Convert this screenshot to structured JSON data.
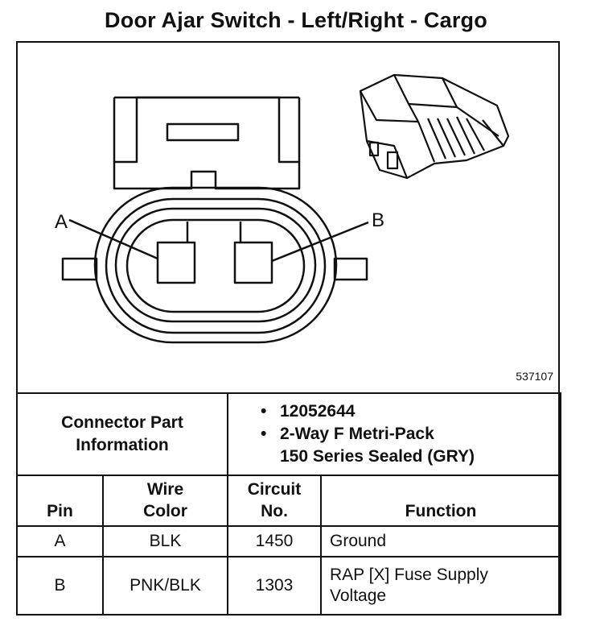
{
  "title": "Door Ajar Switch - Left/Right - Cargo",
  "figure": {
    "pin_a_label": "A",
    "pin_b_label": "B",
    "figure_number": "537107"
  },
  "connector_info": {
    "label_line1": "Connector Part",
    "label_line2": "Information",
    "part_number": "12052644",
    "desc_line1": "2-Way F Metri-Pack",
    "desc_line2": "150 Series Sealed (GRY)"
  },
  "table": {
    "headers": {
      "pin": "Pin",
      "wire_color_1": "Wire",
      "wire_color_2": "Color",
      "circuit_1": "Circuit",
      "circuit_2": "No.",
      "function": "Function"
    },
    "rows": [
      {
        "pin": "A",
        "wire_color": "BLK",
        "circuit": "1450",
        "function_1": "Ground",
        "function_2": ""
      },
      {
        "pin": "B",
        "wire_color": "PNK/BLK",
        "circuit": "1303",
        "function_1": "RAP [X] Fuse Supply",
        "function_2": "Voltage"
      }
    ]
  }
}
